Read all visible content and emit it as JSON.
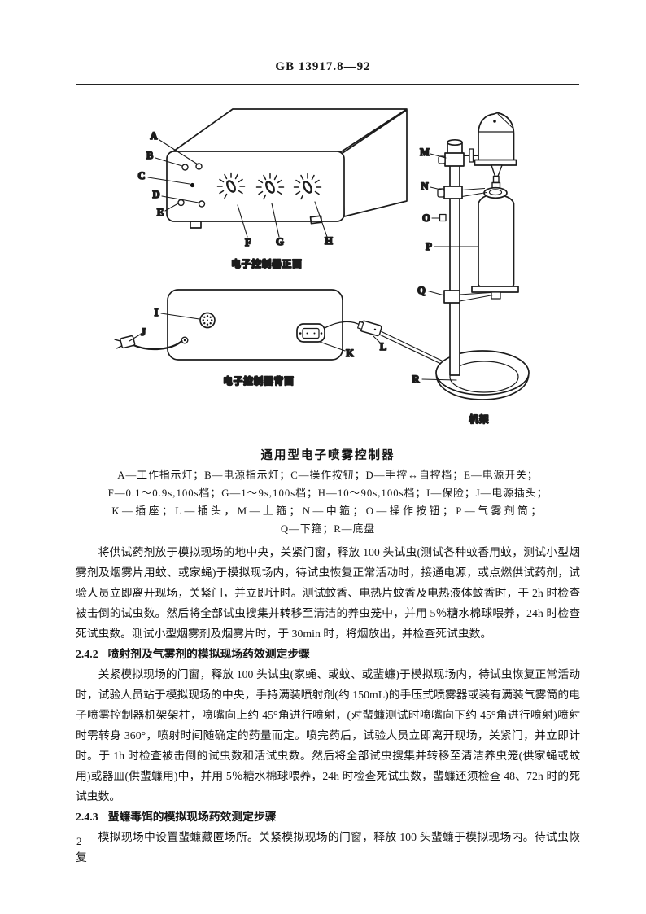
{
  "header": {
    "standard_number": "GB 13917.8—92"
  },
  "figure": {
    "callout_labels": [
      "A",
      "B",
      "C",
      "D",
      "E",
      "F",
      "G",
      "H",
      "I",
      "J",
      "K",
      "L",
      "M",
      "N",
      "O",
      "P",
      "Q",
      "R"
    ],
    "captions": {
      "front": "电子控制器正面",
      "back": "电子控制器背面",
      "stand": "机架"
    },
    "title": "通用型电子喷雾控制器",
    "legend_lines": [
      "A—工作指示灯；B—电源指示灯；C—操作按钮；D—手控↔自控档；E—电源开关；",
      "F—0.1～0.9s,100s档；G—1～9s,100s档；H—10～90s,100s档；I—保险；J—电源插头；",
      "K—插座；L—插头，M—上箍；N—中箍；O—操作按钮；P—气雾剂筒；",
      "Q—下箍；R—底盘"
    ]
  },
  "body": {
    "para_1": "将供试药剂放于模拟现场的地中央，关紧门窗，释放 100 头试虫(测试各种蚊香用蚊，测试小型烟雾剂及烟雾片用蚊、或家蝇)于模拟现场内，待试虫恢复正常活动时，接通电源，或点燃供试药剂，试验人员立即离开现场，关紧门，并立即计时。测试蚊香、电热片蚊香及电热液体蚊香时，于 2h 时检查被击倒的试虫数。然后将全部试虫搜集并转移至清洁的养虫笼中，并用 5％糖水棉球喂养，24h 时检查死试虫数。测试小型烟雾剂及烟雾片时，于 30min 时，将烟放出，并检查死试虫数。",
    "section_2_4_2": {
      "number": "2.4.2",
      "title": "喷射剂及气雾剂的模拟现场药效测定步骤"
    },
    "para_2": "关紧模拟现场的门窗，释放 100 头试虫(家蝇、或蚊、或蜚蠊)于模拟现场内，待试虫恢复正常活动时，试验人员站于模拟现场的中央，手持满装喷射剂(约 150mL)的手压式喷雾器或装有满装气雾筒的电子喷雾控制器机架架柱，喷嘴向上约 45°角进行喷射，(对蜚蠊测试时喷嘴向下约 45°角进行喷射)喷射时需转身 360°，喷射时间随确定的药量而定。喷完药后，试验人员立即离开现场，关紧门，并立即计时。于 1h 时检查被击倒的试虫数和活试虫数。然后将全部试虫搜集并转移至清洁养虫笼(供家蝇或蚊用)或器皿(供蜚蠊用)中，并用 5％糖水棉球喂养，24h 时检查死试虫数，蜚蠊还须检查 48、72h 时的死试虫数。",
    "section_2_4_3": {
      "number": "2.4.3",
      "title": "蜚蠊毒饵的模拟现场药效测定步骤"
    },
    "para_3": "模拟现场中设置蜚蠊藏匿场所。关紧模拟现场的门窗，释放 100 头蜚蠊于模拟现场内。待试虫恢复"
  },
  "footer": {
    "page_number": "2"
  }
}
